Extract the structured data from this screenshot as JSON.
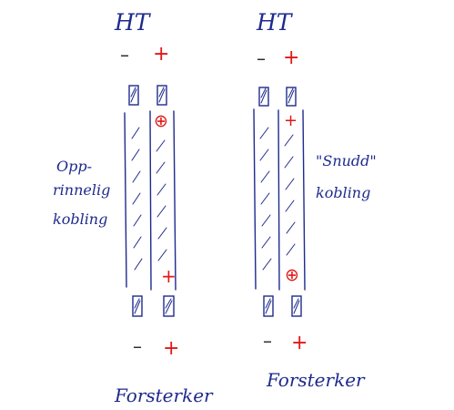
{
  "diagram": {
    "left": {
      "top_label": "HT",
      "top_minus": "–",
      "top_plus": "+",
      "side_label_lines": [
        "Opp-",
        "rinnelig",
        "kobling"
      ],
      "circled_plus": "⊕",
      "inner_plus": "+",
      "bottom_minus": "–",
      "bottom_plus": "+",
      "bottom_label": "Forsterker"
    },
    "right": {
      "top_label": "HT",
      "top_minus": "–",
      "top_plus": "+",
      "side_label_lines": [
        "\"Snudd\"",
        "kobling"
      ],
      "inner_plus": "+",
      "circled_plus": "⊕",
      "bottom_minus": "–",
      "bottom_plus": "+",
      "bottom_label": "Forsterker"
    }
  },
  "colors": {
    "ink": "#1e2a8c",
    "polarity": "#e01818",
    "background": "#ffffff"
  }
}
